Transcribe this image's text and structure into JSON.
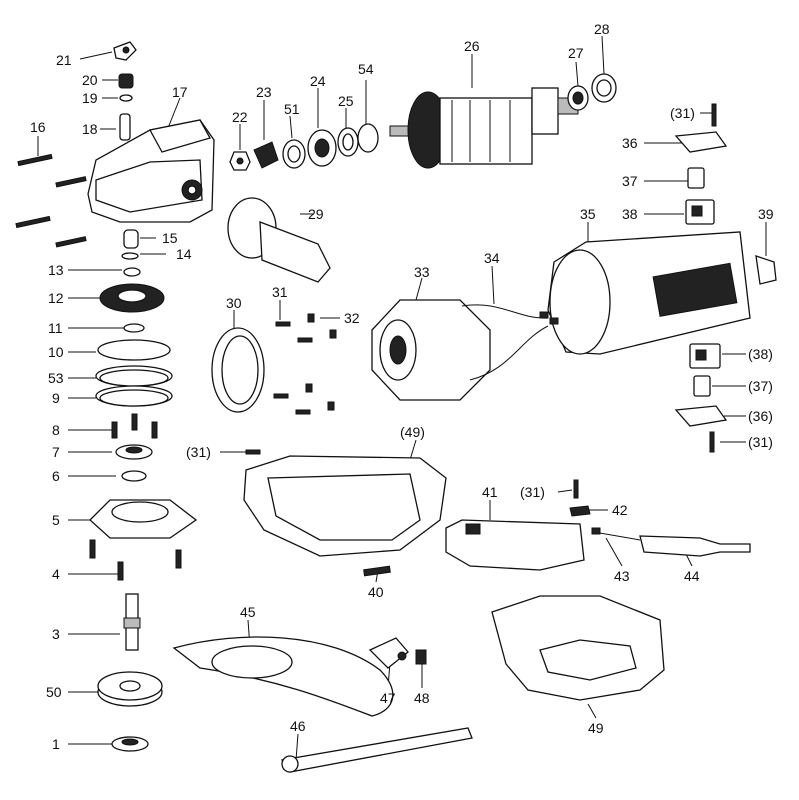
{
  "callouts": [
    "21",
    "20",
    "19",
    "18",
    "17",
    "16",
    "22",
    "23",
    "51",
    "24",
    "25",
    "54",
    "26",
    "27",
    "28",
    "(31)",
    "36",
    "37",
    "38",
    "39",
    "35",
    "29",
    "15",
    "14",
    "13",
    "12",
    "11",
    "10",
    "53",
    "9",
    "8",
    "7",
    "6",
    "5",
    "4",
    "3",
    "50",
    "1",
    "30",
    "31",
    "32",
    "33",
    "34",
    "(38)",
    "(37)",
    "(36)",
    "(31)",
    "(31)",
    "(49)",
    "(31)",
    "41",
    "42",
    "43",
    "44",
    "40",
    "45",
    "46",
    "47",
    "48",
    "49"
  ]
}
